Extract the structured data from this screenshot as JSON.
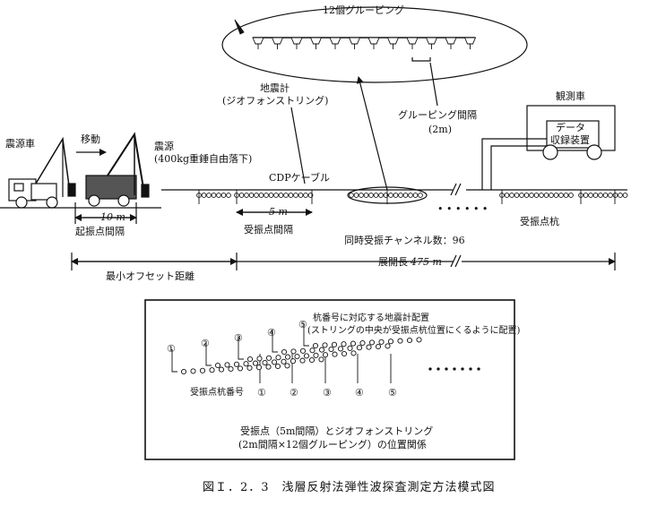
{
  "figure": {
    "grouping_title": "12個グルーピング",
    "grouping_interval": "グルーピング間隔",
    "grouping_interval_value": "(2m)",
    "geophone_line1": "地震計",
    "geophone_line2": "(ジオフォンストリング)",
    "observation_car": "観測車",
    "data_recorder_line1": "データ",
    "data_recorder_line2": "収録装置",
    "source_car": "震源車",
    "move": "移動",
    "source_line1": "震源",
    "source_line2": "(400kg重錘自由落下)",
    "cdp_cable": "CDPケーブル",
    "source_spacing_value": "10 m",
    "source_spacing": "起振点間隔",
    "receiver_spacing_value": "5 m",
    "receiver_spacing": "受振点間隔",
    "receiver_stake": "受振点杭",
    "simultaneous_channels": "同時受振チャンネル数：96",
    "min_offset": "最小オフセット距離",
    "spread_length_prefix": "展開長",
    "spread_length_value": "475 m",
    "dots": "• • • • • •",
    "inset": {
      "title_line1": "杭番号に対応する地震計配置",
      "title_line2": "(ストリングの中央が受振点杭位置にくるように配置)",
      "stake_number_label": "受振点杭番号",
      "numbers": [
        "①",
        "②",
        "③",
        "④",
        "⑤"
      ],
      "caption_line1": "受振点（5m間隔）とジオフォンストリング",
      "caption_line2": "(2m間隔×12個グルーピング）の位置関係"
    },
    "caption": "図Ｉ．2．3　浅層反射法弾性波探査測定方法模式図"
  }
}
